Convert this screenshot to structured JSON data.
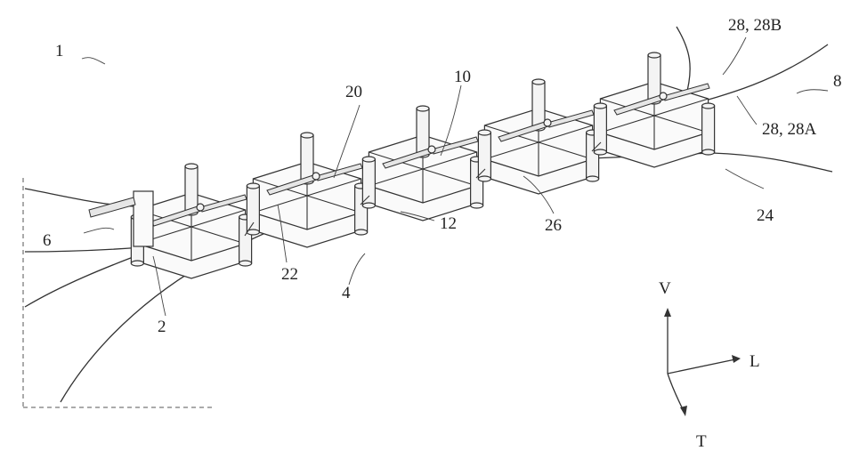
{
  "labels": {
    "ref_1": "1",
    "ref_2": "2",
    "ref_4": "4",
    "ref_6": "6",
    "ref_8": "8",
    "ref_10": "10",
    "ref_12": "12",
    "ref_20": "20",
    "ref_22": "22",
    "ref_24": "24",
    "ref_26": "26",
    "ref_28A": "28, 28A",
    "ref_28B": "28, 28B"
  },
  "axes": {
    "vertical": "V",
    "longitudinal": "L",
    "transverse": "T"
  }
}
